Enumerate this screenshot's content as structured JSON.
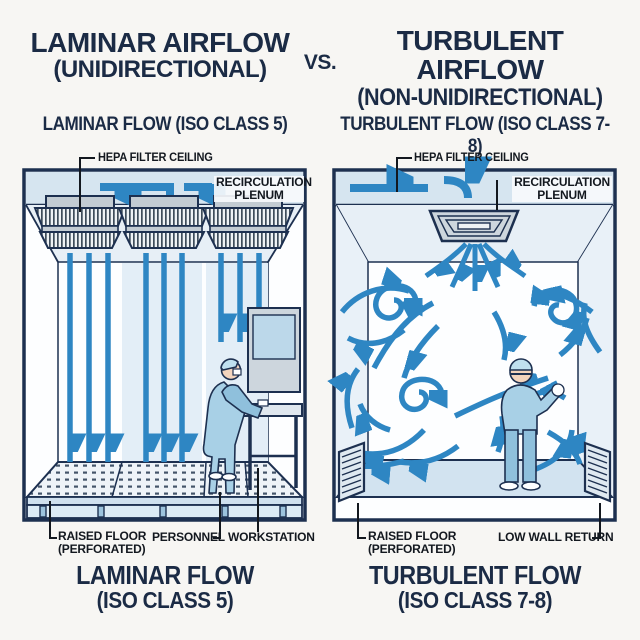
{
  "header": {
    "left_title": "LAMINAR AIRFLOW",
    "left_subtitle": "(UNIDIRECTIONAL)",
    "vs": "VS.",
    "right_title": "TURBULENT AIRFLOW",
    "right_subtitle": "(NON-UNIDIRECTIONAL)"
  },
  "left_panel": {
    "heading": "LAMINAR FLOW (ISO CLASS 5)",
    "labels": {
      "hepa": "HEPA FILTER CEILING",
      "plenum_line1": "RECIRCULATION",
      "plenum_line2": "PLENUM",
      "raised_floor_line1": "RAISED FLOOR",
      "raised_floor_line2": "(PERFORATED)",
      "personnel": "PERSONNEL",
      "workstation": "WORKSTATION"
    },
    "caption_line1": "LAMINAR FLOW",
    "caption_line2": "(ISO CLASS 5)"
  },
  "right_panel": {
    "heading": "TURBULENT FLOW (ISO CLASS 7-8)",
    "labels": {
      "hepa": "HEPA FILTER CEILING",
      "plenum_line1": "RECIRCULATION",
      "plenum_line2": "PLENUM",
      "raised_floor_line1": "RAISED FLOOR",
      "raised_floor_line2": "(PERFORATED)",
      "low_wall_return": "LOW WALL RETURN"
    },
    "caption_line1": "TURBULENT FLOW",
    "caption_line2": "(ISO CLASS 7-8)"
  },
  "colors": {
    "title_navy": "#1b2b45",
    "outline_navy": "#1d3050",
    "arrow_blue": "#2e86c3",
    "plenum_blue": "#d6e5f0",
    "wall_band_blue": "#e3eef7",
    "floor_blue": "#cfe0ee",
    "label_black": "#13181f"
  }
}
